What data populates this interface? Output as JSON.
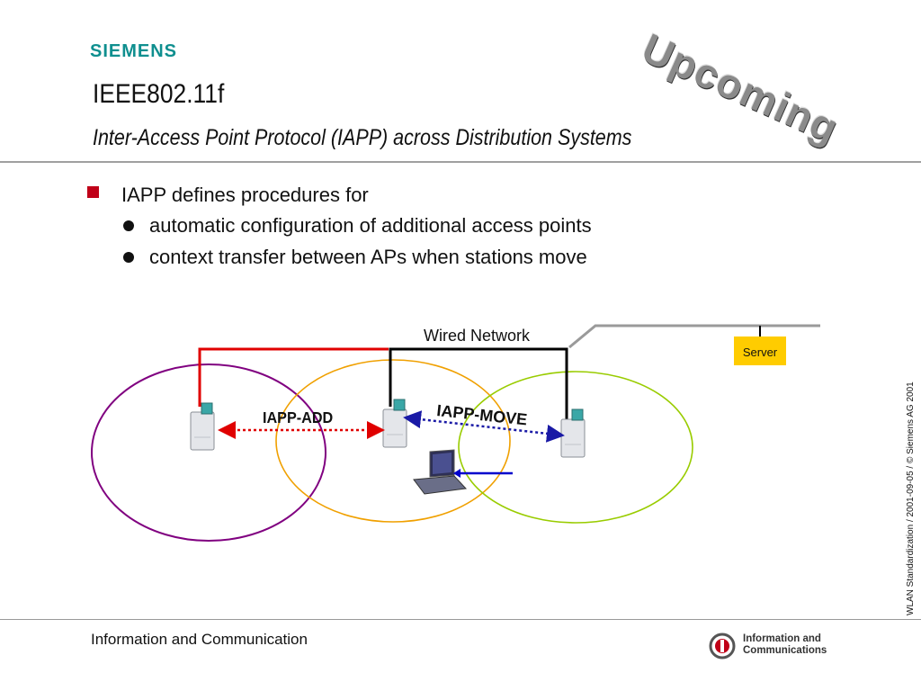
{
  "header": {
    "brand": "SIEMENS",
    "title": "IEEE802.11f",
    "subtitle": "Inter-Access Point Protocol (IAPP) across Distribution Systems",
    "stamp": "Upcoming"
  },
  "content": {
    "bullet": "IAPP defines procedures for",
    "sub_bullets": [
      "automatic configuration of additional access points",
      "context transfer between APs when stations move"
    ]
  },
  "diagram": {
    "wired_network_label": "Wired Network",
    "server_label": "Server",
    "iapp_add_label": "IAPP-ADD",
    "iapp_move_label": "IAPP-MOVE",
    "colors": {
      "wired_red": "#e00000",
      "wired_black": "#000000",
      "cell_purple": "#800080",
      "cell_orange": "#f0a000",
      "cell_green": "#99cc00",
      "server_bg": "#ffcc00",
      "arrow_red": "#e00000",
      "arrow_blue": "#1a1aa6",
      "move_arrow": "#0000cc"
    }
  },
  "sidebar": {
    "vertical_text": "WLAN Standardization / 2001-09-05 / © Siemens AG 2001"
  },
  "footer": {
    "left_text": "Information and Communication",
    "logo_line1": "Information and",
    "logo_line2": "Communications"
  },
  "icons": [
    "access-point-icon",
    "laptop-icon",
    "ic-logo-icon"
  ]
}
